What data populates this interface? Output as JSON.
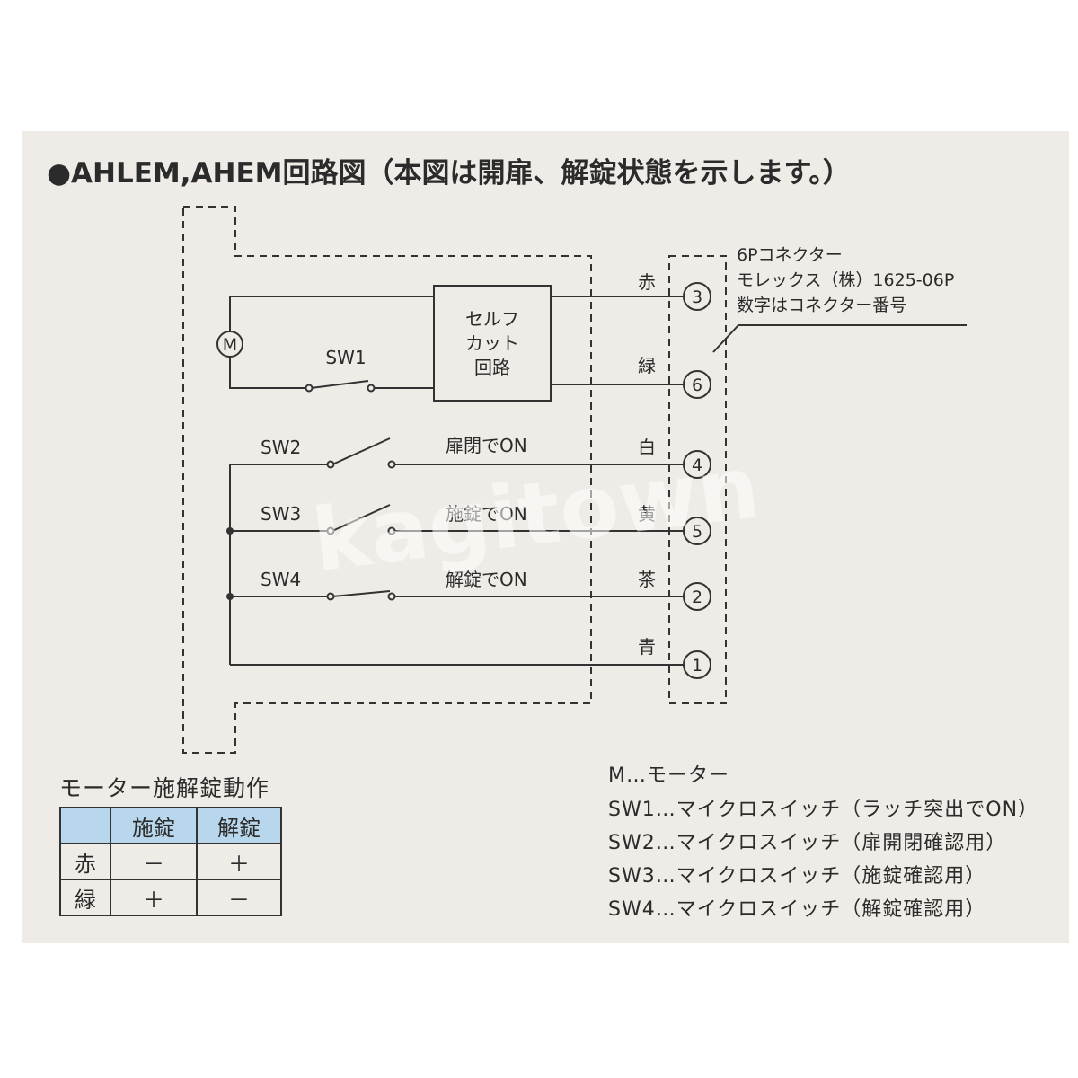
{
  "title": "●AHLEM,AHEM回路図（本図は開扉、解錠状態を示します。）",
  "motor_label": "M",
  "self_cut_lines": [
    "セルフ",
    "カット",
    "回路"
  ],
  "switches": [
    {
      "label": "SW1"
    },
    {
      "label": "SW2",
      "note": "扉閉でON"
    },
    {
      "label": "SW3",
      "note": "施錠でON"
    },
    {
      "label": "SW4",
      "note": "解錠でON"
    }
  ],
  "wires": [
    {
      "color_name": "赤",
      "pin": "3"
    },
    {
      "color_name": "緑",
      "pin": "6"
    },
    {
      "color_name": "白",
      "pin": "4"
    },
    {
      "color_name": "黄",
      "pin": "5"
    },
    {
      "color_name": "茶",
      "pin": "2"
    },
    {
      "color_name": "青",
      "pin": "1"
    }
  ],
  "connector_note": [
    "6Pコネクター",
    "モレックス（株）1625-06P",
    "数字はコネクター番号"
  ],
  "watermark": "kagitown",
  "operation_table": {
    "title": "モーター施解錠動作",
    "headers": [
      "",
      "施錠",
      "解錠"
    ],
    "rows": [
      [
        "赤",
        "－",
        "＋"
      ],
      [
        "緑",
        "＋",
        "－"
      ]
    ]
  },
  "legend": [
    "M…モーター",
    "SW1…マイクロスイッチ（ラッチ突出でON）",
    "SW2…マイクロスイッチ（扉開閉確認用）",
    "SW3…マイクロスイッチ（施錠確認用）",
    "SW4…マイクロスイッチ（解錠確認用）"
  ]
}
